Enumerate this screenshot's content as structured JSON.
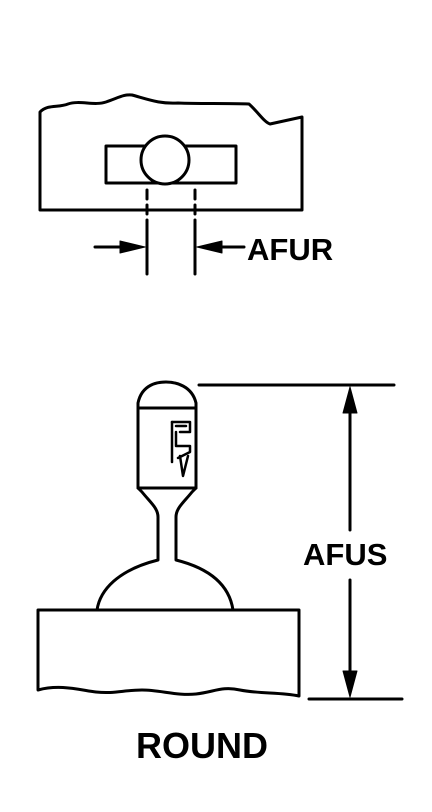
{
  "labels": {
    "afur": "AFUR",
    "afus": "AFUS",
    "shape": "ROUND"
  },
  "colors": {
    "line": "#000000",
    "background": "#ffffff"
  }
}
